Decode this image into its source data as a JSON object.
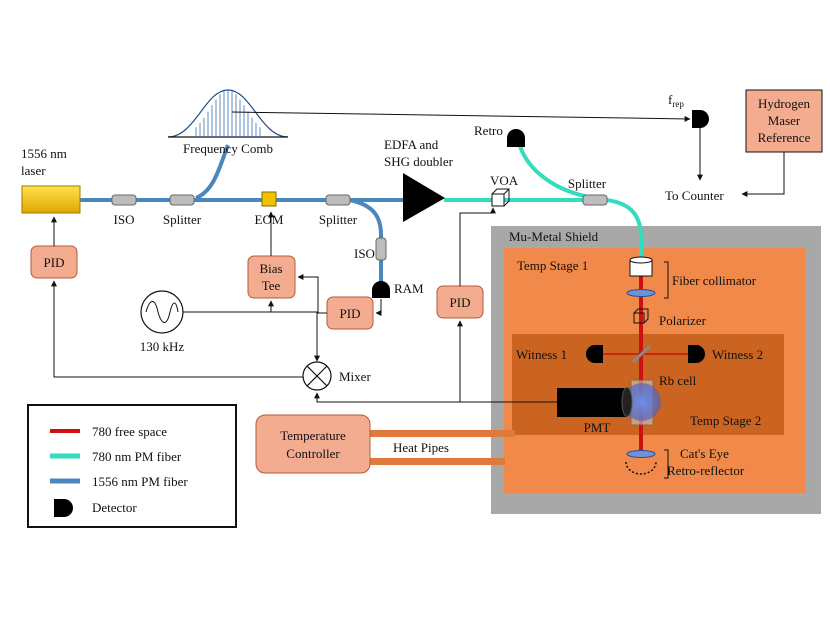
{
  "labels": {
    "laser_1": "1556 nm",
    "laser_2": "laser",
    "iso1": "ISO",
    "splitter1": "Splitter",
    "frequency_comb": "Frequency Comb",
    "eom": "EOM",
    "splitter2": "Splitter",
    "iso2": "ISO",
    "ram": "RAM",
    "edfa_1": "EDFA and",
    "edfa_2": "SHG doubler",
    "retro": "Retro",
    "voa": "VOA",
    "splitter3": "Splitter",
    "frep_main": "f",
    "frep_sub": "rep",
    "to_counter": "To Counter",
    "maser_1": "Hydrogen",
    "maser_2": "Maser",
    "maser_3": "Reference",
    "pid_left": "PID",
    "pid_middle": "PID",
    "pid_right": "PID",
    "bias_tee_1": "Bias",
    "bias_tee_2": "Tee",
    "rf_source": "130 kHz",
    "mixer": "Mixer",
    "mu_metal_shield": "Mu-Metal Shield",
    "temp_stage_1": "Temp Stage 1",
    "temp_stage_2": "Temp Stage 2",
    "fiber_collimator": "Fiber collimator",
    "polarizer": "Polarizer",
    "witness1": "Witness 1",
    "witness2": "Witness 2",
    "rb_cell": "Rb cell",
    "pmt": "PMT",
    "temp_controller_1": "Temperature",
    "temp_controller_2": "Controller",
    "heat_pipes": "Heat Pipes",
    "cats_eye_1": "Cat's Eye",
    "cats_eye_2": "Retro-reflector"
  },
  "legend": [
    {
      "label": "780 free space",
      "color": "#cc1111"
    },
    {
      "label": "780 nm PM fiber",
      "color": "#33dbbf"
    },
    {
      "label": "1556 nm PM fiber",
      "color": "#4b86bd"
    },
    {
      "label": "Detector",
      "color": "#000000"
    }
  ],
  "colors": {
    "laser_yellow": "#f2c200",
    "box_salmon": "#f4ac90",
    "shield_gray": "#a8a8a8",
    "stage_orange": "#f0894a",
    "stage_dark": "#c45e1a",
    "fiber_780": "#33dbbf",
    "fiber_1556": "#4b86bd",
    "beam_780": "#cc1111",
    "heat_pipe": "#e07a3c"
  }
}
